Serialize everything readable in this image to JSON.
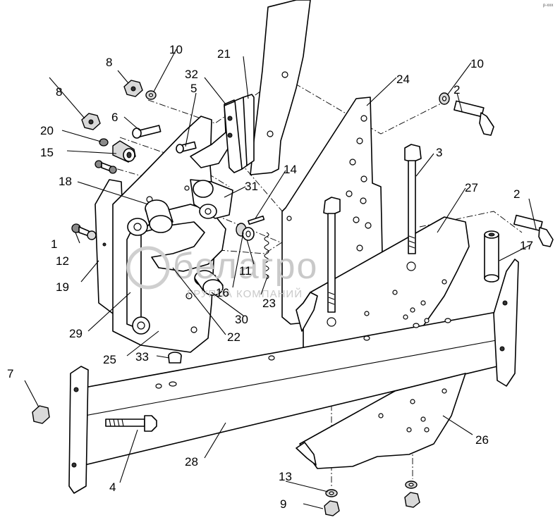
{
  "watermark": {
    "logo": "белагро",
    "caption": "ГРУППА КОМПАНИЙ"
  },
  "corner_code": "p-xxx",
  "callouts": [
    {
      "id": "c1",
      "label": "1"
    },
    {
      "id": "c2a",
      "label": "2"
    },
    {
      "id": "c2b",
      "label": "2"
    },
    {
      "id": "c3",
      "label": "3"
    },
    {
      "id": "c4",
      "label": "4"
    },
    {
      "id": "c5",
      "label": "5"
    },
    {
      "id": "c6",
      "label": "6"
    },
    {
      "id": "c7",
      "label": "7"
    },
    {
      "id": "c8a",
      "label": "8"
    },
    {
      "id": "c8b",
      "label": "8"
    },
    {
      "id": "c9",
      "label": "9"
    },
    {
      "id": "c10a",
      "label": "10"
    },
    {
      "id": "c10b",
      "label": "10"
    },
    {
      "id": "c11",
      "label": "11"
    },
    {
      "id": "c12",
      "label": "12"
    },
    {
      "id": "c13",
      "label": "13"
    },
    {
      "id": "c14",
      "label": "14"
    },
    {
      "id": "c15",
      "label": "15"
    },
    {
      "id": "c16",
      "label": "16"
    },
    {
      "id": "c17",
      "label": "17"
    },
    {
      "id": "c18",
      "label": "18"
    },
    {
      "id": "c19",
      "label": "19"
    },
    {
      "id": "c20",
      "label": "20"
    },
    {
      "id": "c21",
      "label": "21"
    },
    {
      "id": "c22",
      "label": "22"
    },
    {
      "id": "c23",
      "label": "23"
    },
    {
      "id": "c24",
      "label": "24"
    },
    {
      "id": "c25",
      "label": "25"
    },
    {
      "id": "c26",
      "label": "26"
    },
    {
      "id": "c27",
      "label": "27"
    },
    {
      "id": "c28",
      "label": "28"
    },
    {
      "id": "c29",
      "label": "29"
    },
    {
      "id": "c30",
      "label": "30"
    },
    {
      "id": "c31",
      "label": "31"
    },
    {
      "id": "c32",
      "label": "32"
    },
    {
      "id": "c33",
      "label": "33"
    }
  ]
}
